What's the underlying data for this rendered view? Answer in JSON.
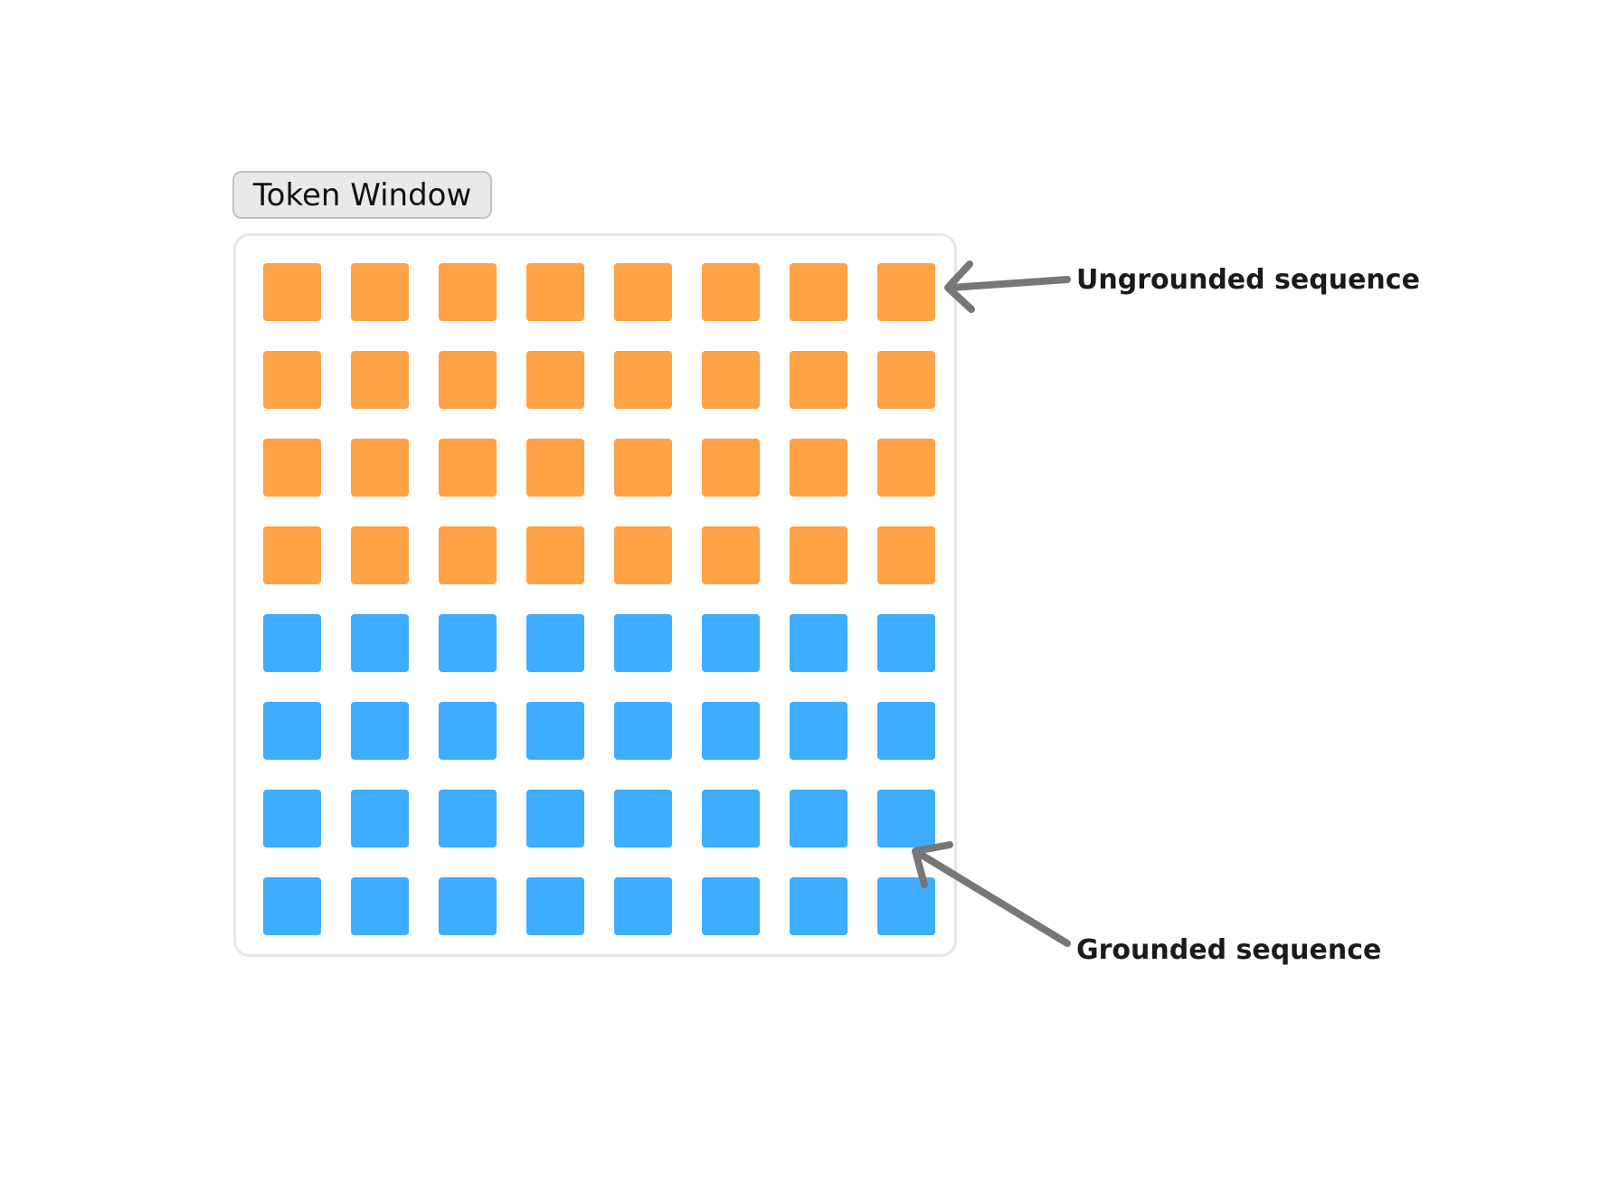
{
  "window": {
    "label": "Token Window"
  },
  "grid": {
    "columns": 8,
    "rows": [
      {
        "group": "ungrounded"
      },
      {
        "group": "ungrounded"
      },
      {
        "group": "ungrounded"
      },
      {
        "group": "ungrounded"
      },
      {
        "group": "grounded"
      },
      {
        "group": "grounded"
      },
      {
        "group": "grounded"
      },
      {
        "group": "grounded"
      }
    ]
  },
  "colors": {
    "ungrounded": "#ffa145",
    "grounded": "#3eacff",
    "arrow": "#777777"
  },
  "annotations": {
    "ungrounded": "Ungrounded sequence",
    "grounded": "Grounded sequence"
  }
}
